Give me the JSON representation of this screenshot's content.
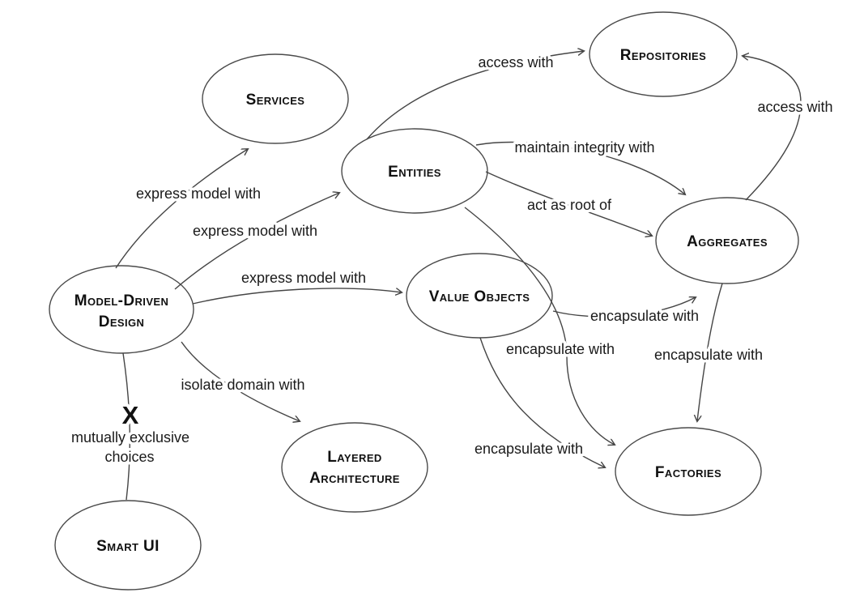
{
  "diagram": {
    "colors": {
      "background": "#ffffff",
      "line": "#454545",
      "text": "#111111"
    },
    "nodes": [
      {
        "id": "services",
        "lines": [
          "Services"
        ]
      },
      {
        "id": "repositories",
        "lines": [
          "Repositories"
        ]
      },
      {
        "id": "entities",
        "lines": [
          "Entities"
        ]
      },
      {
        "id": "aggregates",
        "lines": [
          "Aggregates"
        ]
      },
      {
        "id": "model-driven-design",
        "lines": [
          "Model-Driven",
          "Design"
        ]
      },
      {
        "id": "value-objects",
        "lines": [
          "Value Objects"
        ]
      },
      {
        "id": "layered-architecture",
        "lines": [
          "Layered",
          "Architecture"
        ]
      },
      {
        "id": "factories",
        "lines": [
          "Factories"
        ]
      },
      {
        "id": "smart-ui",
        "lines": [
          "Smart UI"
        ]
      }
    ],
    "edges": [
      {
        "from": "model-driven-design",
        "to": "services",
        "label": "express model with"
      },
      {
        "from": "model-driven-design",
        "to": "entities",
        "label": "express model with"
      },
      {
        "from": "model-driven-design",
        "to": "value-objects",
        "label": "express model with"
      },
      {
        "from": "model-driven-design",
        "to": "layered-architecture",
        "label": "isolate domain with"
      },
      {
        "from": "model-driven-design",
        "to": "smart-ui",
        "symbol": "X",
        "note_lines": [
          "mutually exclusive",
          "choices"
        ]
      },
      {
        "from": "entities",
        "to": "repositories",
        "label": "access with"
      },
      {
        "from": "entities",
        "to": "aggregates",
        "label": "maintain integrity with"
      },
      {
        "from": "entities",
        "to": "aggregates",
        "label": "act as root of"
      },
      {
        "from": "entities",
        "to": "factories",
        "label": "encapsulate with"
      },
      {
        "from": "value-objects",
        "to": "aggregates",
        "label": "encapsulate with"
      },
      {
        "from": "value-objects",
        "to": "factories",
        "label": "encapsulate with"
      },
      {
        "from": "aggregates",
        "to": "repositories",
        "label": "access with"
      },
      {
        "from": "aggregates",
        "to": "factories",
        "label": "encapsulate with"
      }
    ]
  }
}
